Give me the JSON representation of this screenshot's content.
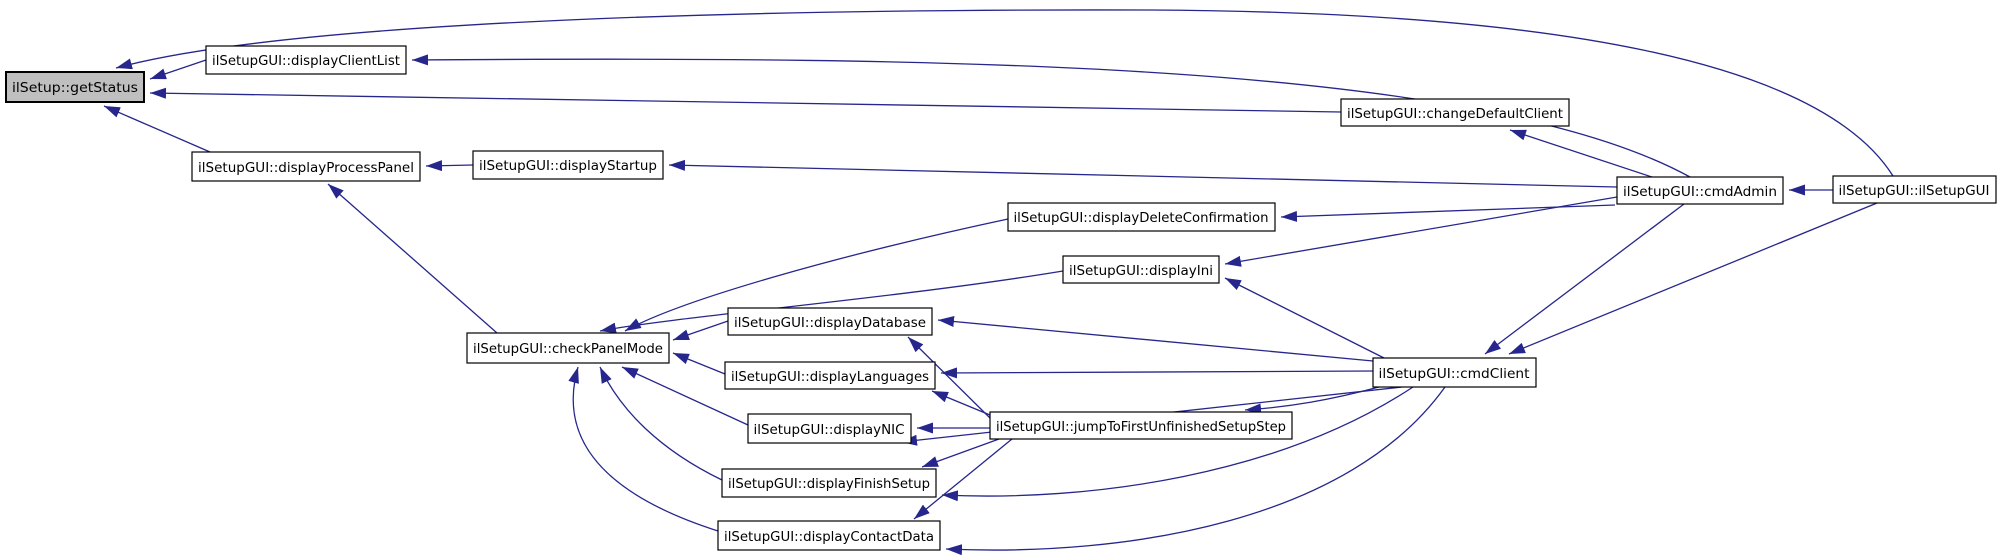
{
  "diagram": {
    "type": "call-graph",
    "root": "ilSetup::getStatus",
    "nodes": [
      {
        "id": "getStatus",
        "label": "ilSetup::getStatus",
        "highlighted": true
      },
      {
        "id": "displayClientList",
        "label": "ilSetupGUI::displayClientList",
        "highlighted": false
      },
      {
        "id": "displayProcessPanel",
        "label": "ilSetupGUI::displayProcessPanel",
        "highlighted": false
      },
      {
        "id": "displayStartup",
        "label": "ilSetupGUI::displayStartup",
        "highlighted": false
      },
      {
        "id": "changeDefaultClient",
        "label": "ilSetupGUI::changeDefaultClient",
        "highlighted": false
      },
      {
        "id": "displayDeleteConfirmation",
        "label": "ilSetupGUI::displayDeleteConfirmation",
        "highlighted": false
      },
      {
        "id": "displayIni",
        "label": "ilSetupGUI::displayIni",
        "highlighted": false
      },
      {
        "id": "checkPanelMode",
        "label": "ilSetupGUI::checkPanelMode",
        "highlighted": false
      },
      {
        "id": "displayDatabase",
        "label": "ilSetupGUI::displayDatabase",
        "highlighted": false
      },
      {
        "id": "displayLanguages",
        "label": "ilSetupGUI::displayLanguages",
        "highlighted": false
      },
      {
        "id": "displayNIC",
        "label": "ilSetupGUI::displayNIC",
        "highlighted": false
      },
      {
        "id": "displayFinishSetup",
        "label": "ilSetupGUI::displayFinishSetup",
        "highlighted": false
      },
      {
        "id": "displayContactData",
        "label": "ilSetupGUI::displayContactData",
        "highlighted": false
      },
      {
        "id": "jumpToFirstUnfinishedSetupStep",
        "label": "ilSetupGUI::jumpToFirstUnfinishedSetupStep",
        "highlighted": false
      },
      {
        "id": "cmdClient",
        "label": "ilSetupGUI::cmdClient",
        "highlighted": false
      },
      {
        "id": "cmdAdmin",
        "label": "ilSetupGUI::cmdAdmin",
        "highlighted": false
      },
      {
        "id": "ilSetupGUI",
        "label": "ilSetupGUI::ilSetupGUI",
        "highlighted": false
      }
    ],
    "edges": [
      {
        "from": "ilSetupGUI",
        "to": "getStatus"
      },
      {
        "from": "displayClientList",
        "to": "getStatus"
      },
      {
        "from": "changeDefaultClient",
        "to": "getStatus"
      },
      {
        "from": "displayProcessPanel",
        "to": "getStatus"
      },
      {
        "from": "displayStartup",
        "to": "displayProcessPanel"
      },
      {
        "from": "checkPanelMode",
        "to": "displayProcessPanel"
      },
      {
        "from": "cmdAdmin",
        "to": "displayStartup"
      },
      {
        "from": "cmdAdmin",
        "to": "displayClientList"
      },
      {
        "from": "cmdAdmin",
        "to": "changeDefaultClient"
      },
      {
        "from": "cmdAdmin",
        "to": "displayDeleteConfirmation"
      },
      {
        "from": "cmdAdmin",
        "to": "displayIni"
      },
      {
        "from": "cmdAdmin",
        "to": "cmdClient"
      },
      {
        "from": "ilSetupGUI",
        "to": "cmdClient"
      },
      {
        "from": "ilSetupGUI",
        "to": "cmdAdmin"
      },
      {
        "from": "cmdClient",
        "to": "displayIni"
      },
      {
        "from": "cmdClient",
        "to": "displayDatabase"
      },
      {
        "from": "jumpToFirstUnfinishedSetupStep",
        "to": "displayDatabase"
      },
      {
        "from": "cmdClient",
        "to": "displayLanguages"
      },
      {
        "from": "jumpToFirstUnfinishedSetupStep",
        "to": "displayLanguages"
      },
      {
        "from": "jumpToFirstUnfinishedSetupStep",
        "to": "displayNIC"
      },
      {
        "from": "cmdClient",
        "to": "displayNIC"
      },
      {
        "from": "jumpToFirstUnfinishedSetupStep",
        "to": "displayFinishSetup"
      },
      {
        "from": "cmdClient",
        "to": "displayFinishSetup"
      },
      {
        "from": "jumpToFirstUnfinishedSetupStep",
        "to": "displayContactData"
      },
      {
        "from": "cmdClient",
        "to": "displayContactData"
      },
      {
        "from": "cmdClient",
        "to": "jumpToFirstUnfinishedSetupStep"
      },
      {
        "from": "displayDeleteConfirmation",
        "to": "checkPanelMode"
      },
      {
        "from": "displayIni",
        "to": "checkPanelMode"
      },
      {
        "from": "displayDatabase",
        "to": "checkPanelMode"
      },
      {
        "from": "displayLanguages",
        "to": "checkPanelMode"
      },
      {
        "from": "displayNIC",
        "to": "checkPanelMode"
      },
      {
        "from": "displayFinishSetup",
        "to": "checkPanelMode"
      },
      {
        "from": "displayContactData",
        "to": "checkPanelMode"
      }
    ]
  },
  "colors": {
    "edge": "#26268c",
    "node_border": "#000000",
    "node_fill": "#ffffff",
    "root_node_fill": "#bfbfbf",
    "text": "#000000",
    "background": "#ffffff"
  }
}
